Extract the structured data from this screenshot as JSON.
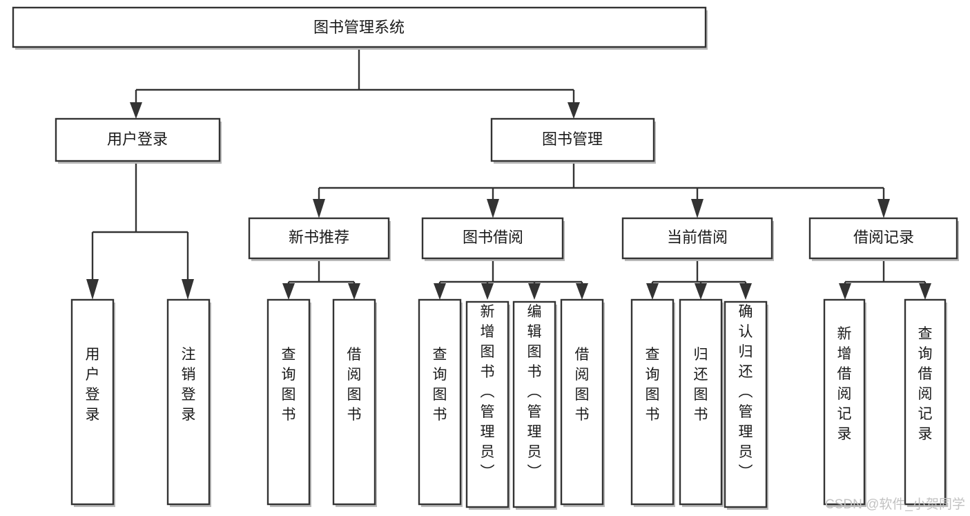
{
  "diagram": {
    "title": "图书管理系统",
    "type": "tree",
    "orientation": "top-down",
    "colors": {
      "box_stroke": "#333333",
      "box_fill": "#ffffff",
      "connector": "#333333",
      "background": "#ffffff",
      "watermark": "#c2c2c2"
    },
    "root": {
      "id": "root",
      "label": "图书管理系统",
      "text_orientation": "horizontal"
    },
    "level1": [
      {
        "id": "user-login",
        "label": "用户登录",
        "text_orientation": "horizontal"
      },
      {
        "id": "book-manage",
        "label": "图书管理",
        "text_orientation": "horizontal"
      }
    ],
    "level2": [
      {
        "id": "new-book-recommend",
        "label": "新书推荐",
        "parent": "book-manage",
        "text_orientation": "horizontal"
      },
      {
        "id": "book-borrow",
        "label": "图书借阅",
        "parent": "book-manage",
        "text_orientation": "horizontal"
      },
      {
        "id": "current-borrow",
        "label": "当前借阅",
        "parent": "book-manage",
        "text_orientation": "horizontal"
      },
      {
        "id": "borrow-record",
        "label": "借阅记录",
        "parent": "book-manage",
        "text_orientation": "horizontal"
      }
    ],
    "leaves": {
      "user-login": [
        {
          "id": "leaf-user-login",
          "label": "用户登录",
          "text_orientation": "vertical"
        },
        {
          "id": "leaf-logout-login",
          "label": "注销登录",
          "text_orientation": "vertical"
        }
      ],
      "new-book-recommend": [
        {
          "id": "leaf-query-book-1",
          "label": "查询图书",
          "text_orientation": "vertical"
        },
        {
          "id": "leaf-borrow-book-1",
          "label": "借阅图书",
          "text_orientation": "vertical"
        }
      ],
      "book-borrow": [
        {
          "id": "leaf-query-book-2",
          "label": "查询图书",
          "text_orientation": "vertical"
        },
        {
          "id": "leaf-add-book",
          "label": "新增图书（管理员）",
          "text_orientation": "vertical"
        },
        {
          "id": "leaf-edit-book",
          "label": "编辑图书（管理员）",
          "text_orientation": "vertical"
        },
        {
          "id": "leaf-borrow-book-2",
          "label": "借阅图书",
          "text_orientation": "vertical"
        }
      ],
      "current-borrow": [
        {
          "id": "leaf-query-book-3",
          "label": "查询图书",
          "text_orientation": "vertical"
        },
        {
          "id": "leaf-return-book",
          "label": "归还图书",
          "text_orientation": "vertical"
        },
        {
          "id": "leaf-confirm-return",
          "label": "确认归还（管理员）",
          "text_orientation": "vertical"
        }
      ],
      "borrow-record": [
        {
          "id": "leaf-add-record",
          "label": "新增借阅记录",
          "text_orientation": "vertical"
        },
        {
          "id": "leaf-query-record",
          "label": "查询借阅记录",
          "text_orientation": "vertical"
        }
      ]
    },
    "watermark": "CSDN @软件_小贺同学"
  }
}
